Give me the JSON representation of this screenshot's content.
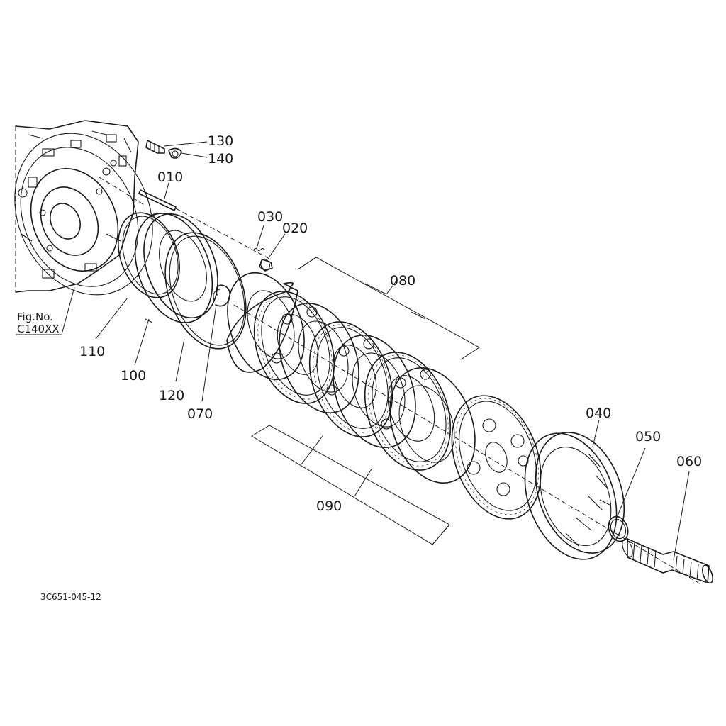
{
  "figure_ref": {
    "line1": "Fig.No.",
    "line2": "C140XX"
  },
  "drawing_code": "3C651-045-12",
  "callouts": {
    "p010": "010",
    "p020": "020",
    "p030": "030",
    "p040": "040",
    "p050": "050",
    "p060": "060",
    "p070": "070",
    "p080": "080",
    "p090": "090",
    "p100": "100",
    "p110": "110",
    "p120": "120",
    "p130": "130",
    "p140": "140"
  },
  "colors": {
    "line": "#1a1a1a",
    "background": "#ffffff"
  }
}
